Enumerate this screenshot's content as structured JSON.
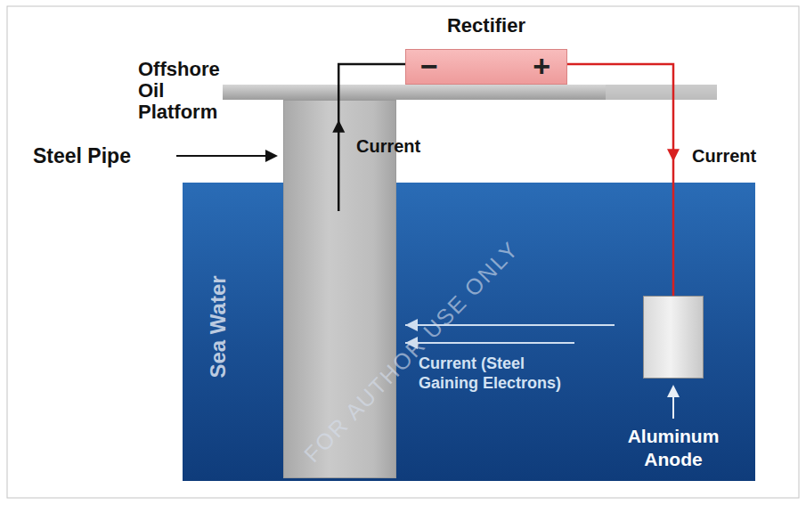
{
  "diagram": {
    "nodes": [
      {
        "text": [
          "Rectifier",
          "−",
          "+"
        ]
      },
      {
        "text": [
          "Steel Pipe"
        ]
      },
      {
        "text": [
          "Sea Water"
        ]
      },
      {
        "text": [
          "Aluminum Anode"
        ],
        "in": 2
      }
    ],
    "edges": [
      {
        "from": 1,
        "to": 0,
        "arrow": "to",
        "label": "Current"
      },
      {
        "from": 0,
        "to": 3,
        "arrow": "to",
        "label": "Current"
      },
      {
        "from": 3,
        "to": 1,
        "arrow": "to",
        "label": "Current (Steel Gaining Electrons)"
      },
      {
        "from": 3,
        "to": 1,
        "arrow": "to"
      }
    ],
    "labels": [
      "Offshore Oil Platform",
      "FOR AUTHOR USE ONLY"
    ]
  }
}
